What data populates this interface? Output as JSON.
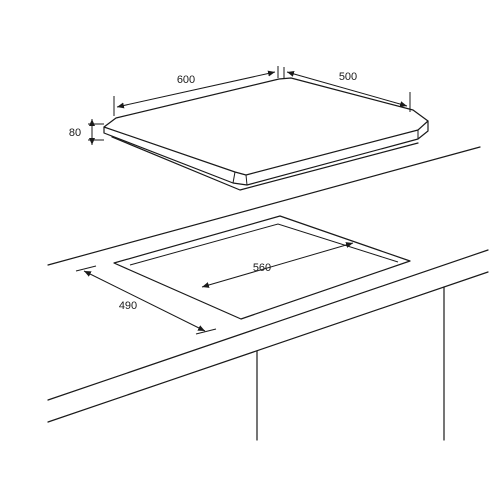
{
  "diagram": {
    "labels": {
      "hob_width": "600",
      "hob_depth": "500",
      "hob_height": "80",
      "cutout_width": "560",
      "cutout_depth": "490"
    }
  }
}
